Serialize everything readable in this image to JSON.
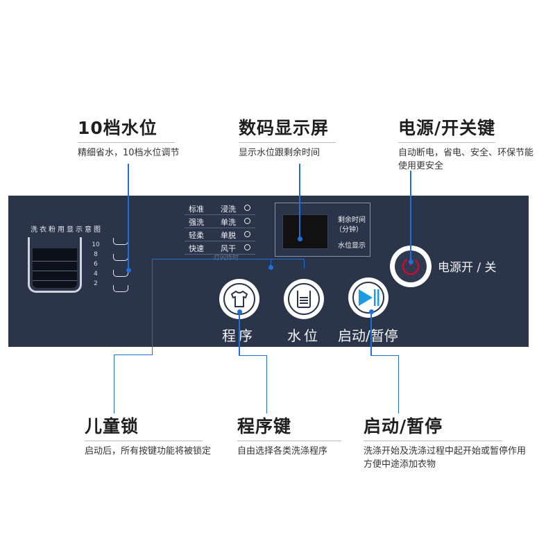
{
  "callouts": {
    "water_level": {
      "title": "10档水位",
      "desc": "精细省水，10档水位调节"
    },
    "display": {
      "title": "数码显示屏",
      "desc": "显示水位跟剩余时间"
    },
    "power": {
      "title": "电源/开关键",
      "desc_line1": "自动断电，省电、安全、环保节能",
      "desc_line2": "使用更安全"
    },
    "child_lock": {
      "title": "儿童锁",
      "desc": "启动后，所有按键功能将被锁定"
    },
    "program": {
      "title": "程序键",
      "desc": "自由选择各类洗涤程序"
    },
    "start_pause": {
      "title": "启动/暂停",
      "desc_line1": "洗涤开始及洗涤过程中起开始或暂停作用",
      "desc_line2": "方便中途添加衣物"
    }
  },
  "panel": {
    "legend": "洗衣粉用显示意图",
    "water_levels": [
      "10",
      "8",
      "6",
      "4",
      "2"
    ],
    "programs": [
      {
        "left": "标准",
        "right": "浸洗"
      },
      {
        "left": "强洗",
        "right": "单洗"
      },
      {
        "left": "轻柔",
        "right": "单脱"
      },
      {
        "left": "快速",
        "right": "风干"
      }
    ],
    "lamp_note": "灯闪烁时",
    "display": {
      "remaining_time": "剩余时间",
      "unit": "（分钟）",
      "water_display": "水位显示"
    },
    "buttons": {
      "program": "程序",
      "water_level": "水位",
      "start_pause": "启动/暂停",
      "power": "电源开 / 关"
    }
  },
  "colors": {
    "panel": "#2b3549",
    "accent_leader": "#1e6fd9",
    "power_ring": "#c8102e",
    "play_icon": "#1e9be0"
  }
}
